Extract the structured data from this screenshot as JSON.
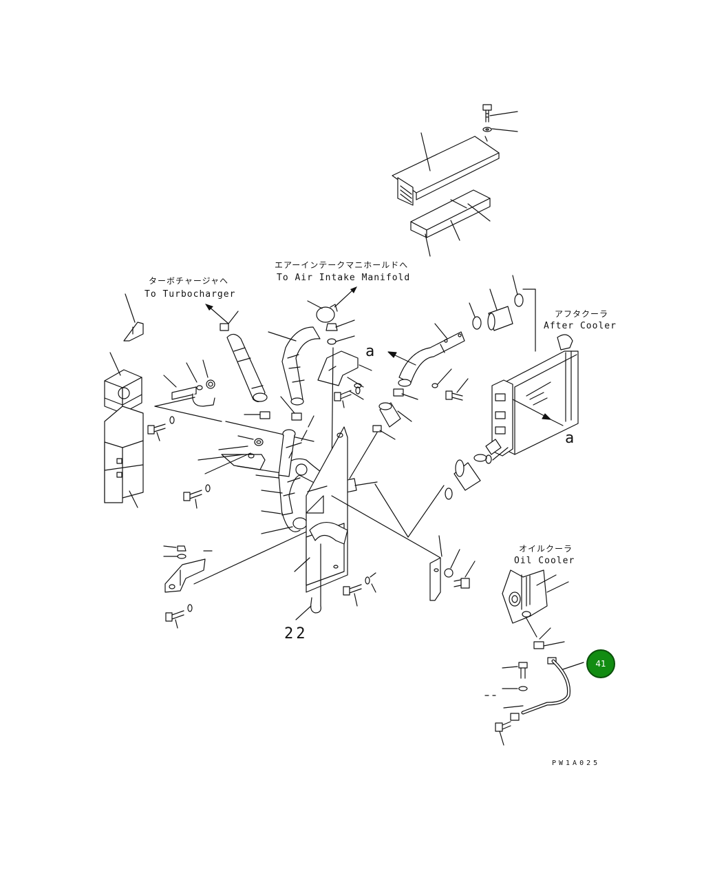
{
  "labels": {
    "turbo_jp": "ターボチャージャヘ",
    "turbo_en": "To Turbocharger",
    "intake_jp": "エアーインテークマニホールドへ",
    "intake_en": "To Air Intake Manifold",
    "aftercooler_jp": "アフタクーラ",
    "aftercooler_en": "After Cooler",
    "oilcooler_jp": "オイルクーラ",
    "oilcooler_en": "Oil Cooler",
    "ref_a": "a",
    "ref_a2": "a",
    "part_22": "22",
    "drawing_code": "PW1A025"
  },
  "badge": {
    "text": "41",
    "color": "#128c12"
  }
}
